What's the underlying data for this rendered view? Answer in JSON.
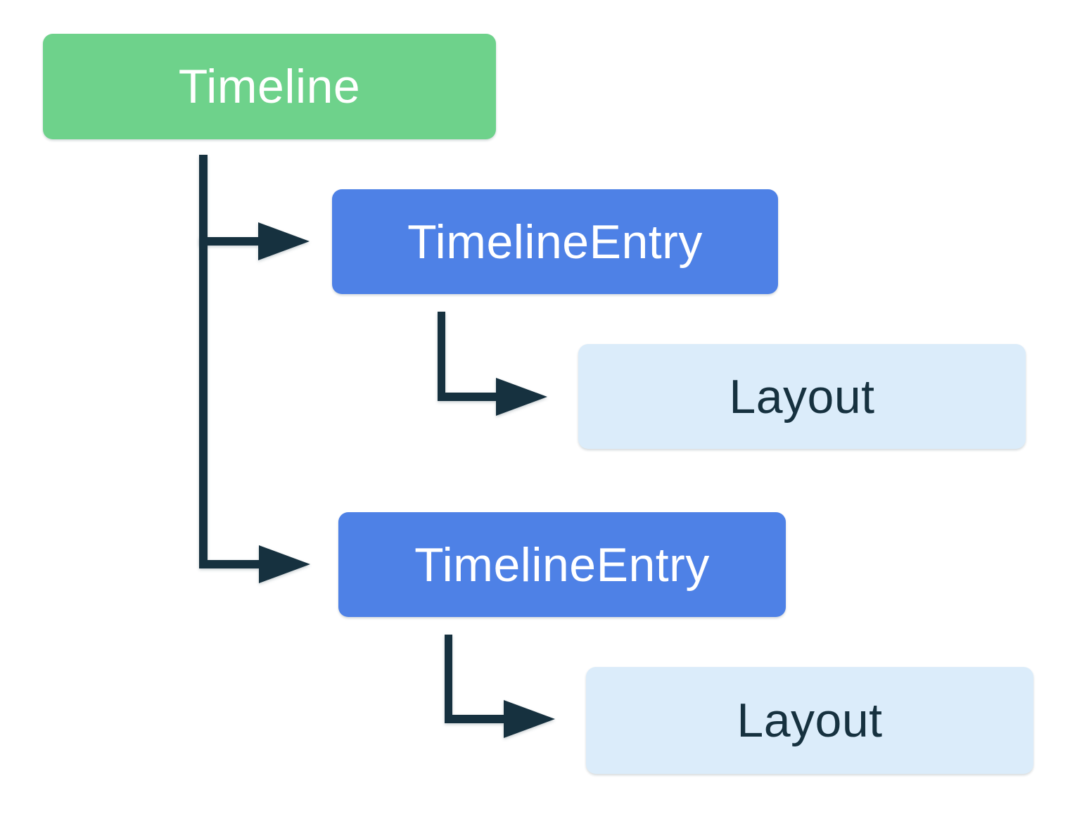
{
  "title": "Timeline component hierarchy diagram",
  "colors": {
    "timeline_bg": "#6ED28B",
    "entry_bg": "#4E81E6",
    "layout_bg": "#DBECFA",
    "connector": "#16313F",
    "node_text_light": "#FFFFFF",
    "node_text_dark": "#16313F",
    "canvas_bg": "#FFFFFF"
  },
  "diagram": {
    "type": "tree",
    "nodes": [
      {
        "id": "timeline",
        "label": "Timeline",
        "level": 0,
        "parent": null
      },
      {
        "id": "timeline-entry-1",
        "label": "TimelineEntry",
        "level": 1,
        "parent": "timeline"
      },
      {
        "id": "layout-1",
        "label": "Layout",
        "level": 2,
        "parent": "timeline-entry-1"
      },
      {
        "id": "timeline-entry-2",
        "label": "TimelineEntry",
        "level": 1,
        "parent": "timeline"
      },
      {
        "id": "layout-2",
        "label": "Layout",
        "level": 2,
        "parent": "timeline-entry-2"
      }
    ],
    "edges": [
      {
        "from": "timeline",
        "to": "timeline-entry-1"
      },
      {
        "from": "timeline",
        "to": "timeline-entry-2"
      },
      {
        "from": "timeline-entry-1",
        "to": "layout-1"
      },
      {
        "from": "timeline-entry-2",
        "to": "layout-2"
      }
    ]
  }
}
